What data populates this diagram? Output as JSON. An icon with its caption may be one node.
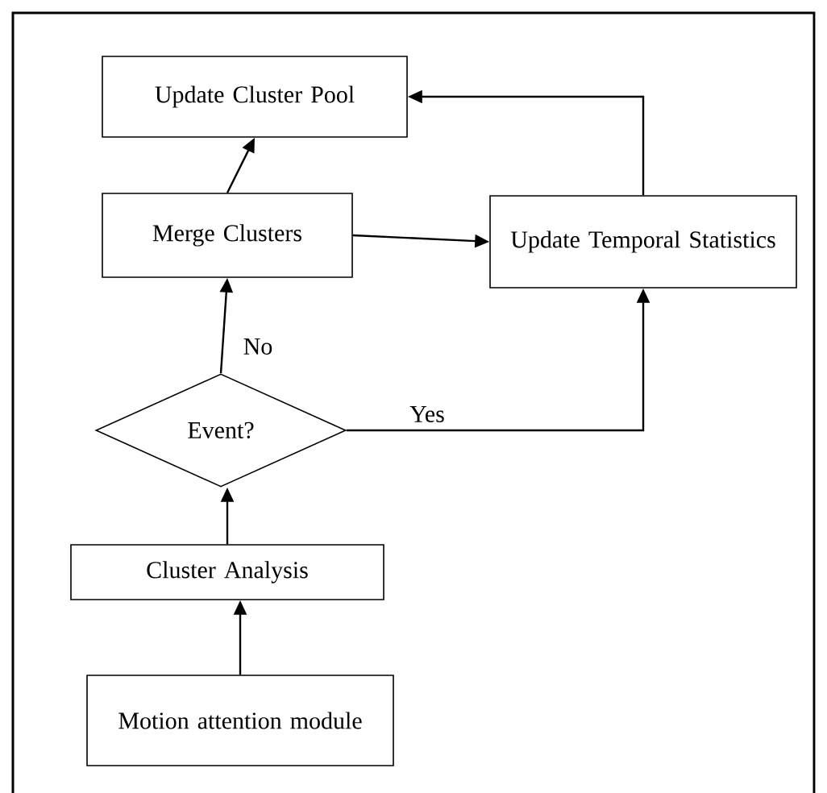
{
  "diagram": {
    "nodes": [
      {
        "text": [
          "Update Cluster Pool"
        ]
      },
      {
        "text": [
          "Merge Clusters"
        ]
      },
      {
        "text": [
          "Update Temporal Statistics"
        ]
      },
      {
        "text": [
          "Event?"
        ]
      },
      {
        "text": [
          "Cluster Analysis"
        ]
      },
      {
        "text": [
          "Motion attention module"
        ]
      }
    ],
    "edges": [
      {
        "from": 1,
        "to": 0,
        "arrow": "to"
      },
      {
        "from": 2,
        "to": 0,
        "arrow": "to"
      },
      {
        "from": 1,
        "to": 2,
        "arrow": "to"
      },
      {
        "from": 3,
        "to": 1,
        "arrow": "to",
        "label": "No"
      },
      {
        "from": 3,
        "to": 2,
        "arrow": "to",
        "label": "Yes"
      },
      {
        "from": 4,
        "to": 3,
        "arrow": "to"
      },
      {
        "from": 5,
        "to": 4,
        "arrow": "to"
      }
    ]
  }
}
